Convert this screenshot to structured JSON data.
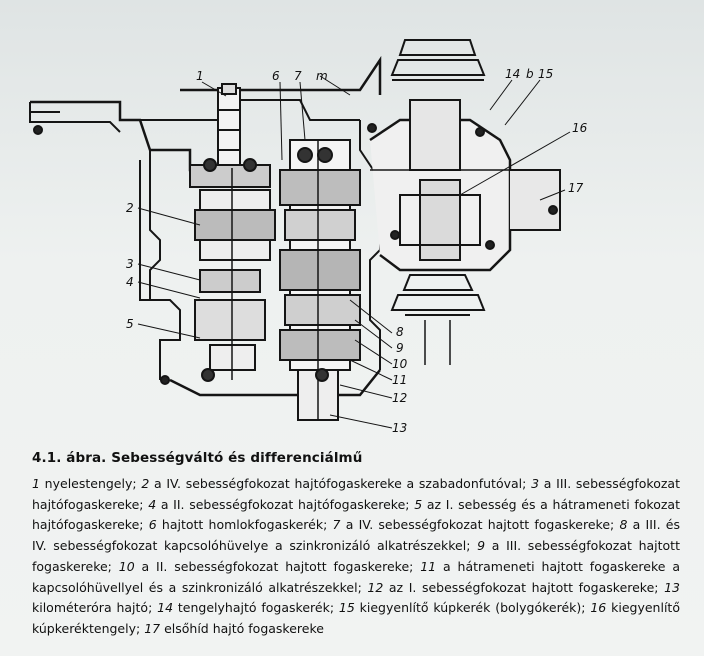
{
  "figure": {
    "callouts": [
      "1",
      "2",
      "3",
      "4",
      "5",
      "6",
      "7",
      "m",
      "8",
      "9",
      "10",
      "11",
      "12",
      "13",
      "14",
      "b",
      "15",
      "16",
      "17"
    ]
  },
  "caption": {
    "title": "4.1. ábra. Sebességváltó és differenciálmű",
    "items": [
      {
        "num": "1",
        "text": " nyelestengely; "
      },
      {
        "num": "2",
        "text": " a IV. sebességfokozat hajtófogaskereke a szabadonfutóval; "
      },
      {
        "num": "3",
        "text": " a III. sebességfokozat hajtófogaskereke; "
      },
      {
        "num": "4",
        "text": " a II. sebességfokozat hajtófogaskereke; "
      },
      {
        "num": "5",
        "text": " az I. sebesség és a hátrameneti fokozat hajtófogaskereke; "
      },
      {
        "num": "6",
        "text": " hajtott homlokfogaskerék; "
      },
      {
        "num": "7",
        "text": " a IV. sebességfokozat hajtott fogaskereke; "
      },
      {
        "num": "8",
        "text": " a III. és IV. sebességfokozat kapcsolóhüvelye a szinkronizáló alkatrészekkel; "
      },
      {
        "num": "9",
        "text": " a III. sebességfokozat hajtott fogaskereke; "
      },
      {
        "num": "10",
        "text": " a II. sebességfokozat hajtott fogaskereke; "
      },
      {
        "num": "11",
        "text": " a hátrameneti hajtott fogaskereke a kapcsolóhüvellyel és a szinkronizáló alkatrészekkel; "
      },
      {
        "num": "12",
        "text": " az I. sebességfokozat hajtott fogaskereke; "
      },
      {
        "num": "13",
        "text": " kilométeróra hajtó; "
      },
      {
        "num": "14",
        "text": " tengelyhajtó fogaskerék; "
      },
      {
        "num": "15",
        "text": " kiegyenlítő kúpkerék (bolygókerék); "
      },
      {
        "num": "16",
        "text": " kiegyenlítő kúpkeréktengely; "
      },
      {
        "num": "17",
        "text": " elsőhíd hajtó fogaskereke"
      }
    ]
  }
}
